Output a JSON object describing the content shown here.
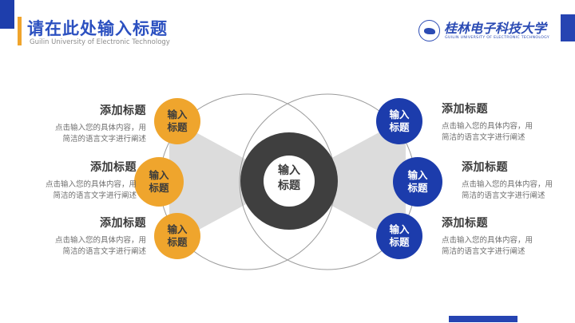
{
  "header": {
    "title": "请在此处输入标题",
    "subtitle": "Guilin University of Electronic Technology",
    "logo_cn": "桂林电子科技大学",
    "logo_en": "GUILIN UNIVERSITY OF ELECTRONIC TECHNOLOGY"
  },
  "diagram": {
    "center": {
      "line1": "输入",
      "line2": "标题"
    },
    "left_items": [
      {
        "circle_line1": "输入",
        "circle_line2": "标题",
        "heading": "添加标题",
        "body_line1": "点击输入您的具体内容，用",
        "body_line2": "简洁的语言文字进行阐述"
      },
      {
        "circle_line1": "输入",
        "circle_line2": "标题",
        "heading": "添加标题",
        "body_line1": "点击输入您的具体内容，用",
        "body_line2": "简洁的语言文字进行阐述"
      },
      {
        "circle_line1": "输入",
        "circle_line2": "标题",
        "heading": "添加标题",
        "body_line1": "点击输入您的具体内容，用",
        "body_line2": "简洁的语言文字进行阐述"
      }
    ],
    "right_items": [
      {
        "circle_line1": "输入",
        "circle_line2": "标题",
        "heading": "添加标题",
        "body_line1": "点击输入您的具体内容，用",
        "body_line2": "简洁的语言文字进行阐述"
      },
      {
        "circle_line1": "输入",
        "circle_line2": "标题",
        "heading": "添加标题",
        "body_line1": "点击输入您的具体内容，用",
        "body_line2": "简洁的语言文字进行阐述"
      },
      {
        "circle_line1": "输入",
        "circle_line2": "标题",
        "heading": "添加标题",
        "body_line1": "点击输入您的具体内容，用",
        "body_line2": "简洁的语言文字进行阐述"
      }
    ]
  },
  "colors": {
    "accent_blue": "#1E3EAC",
    "accent_yellow": "#F0A42C",
    "title_blue": "#2B50C0",
    "circle_blue": "#1C3CAC",
    "circle_yellow": "#EFA52D",
    "donut_gray": "#3F3F3F",
    "triangle_gray": "#DCDCDC",
    "outline_gray": "#9B9B9B"
  }
}
